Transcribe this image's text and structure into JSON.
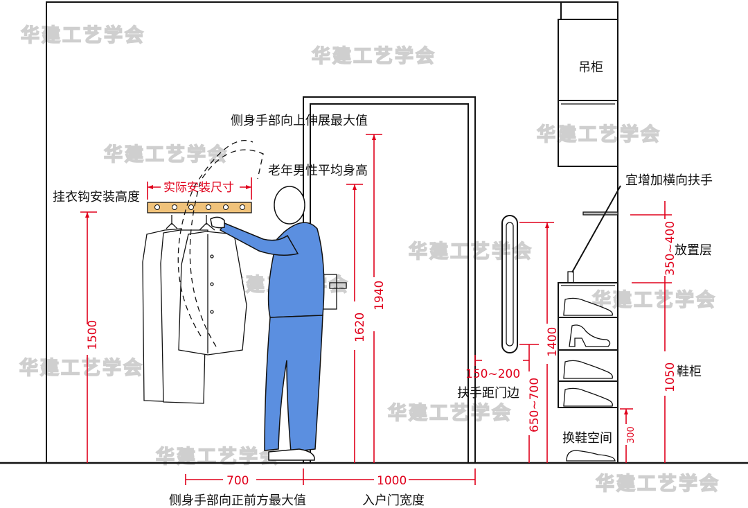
{
  "labels": {
    "wall_cabinet": "吊柜",
    "side_reach_up": "侧身手部向上伸展最大值",
    "male_height": "老年男性平均身高",
    "hook_height": "挂衣钩安装高度",
    "actual_size": "实际安装尺寸",
    "handrail_note": "宜增加横向扶手",
    "shelf_layer": "放置层",
    "shoe_cabinet": "鞋柜",
    "handrail_to_door": "扶手距门边",
    "shoe_change_space": "换鞋空间",
    "side_reach_forward": "侧身手部向正前方最大值",
    "door_width": "入户门宽度"
  },
  "dimensions": {
    "hook": "1500",
    "male": "1620",
    "reach_up": "1940",
    "handrail_len": "1400",
    "handrail_offset": "150~200",
    "handrail_base": "650~700",
    "shelf": "350~400",
    "cabinet": "1050",
    "shoe_space": "300",
    "forward": "700",
    "door": "1000"
  },
  "watermark": "华建工艺学会",
  "colors": {
    "dimension": "#e0001b",
    "figure": "#5b8fe0",
    "hook_board": "#f0c27a",
    "line": "#111111"
  }
}
